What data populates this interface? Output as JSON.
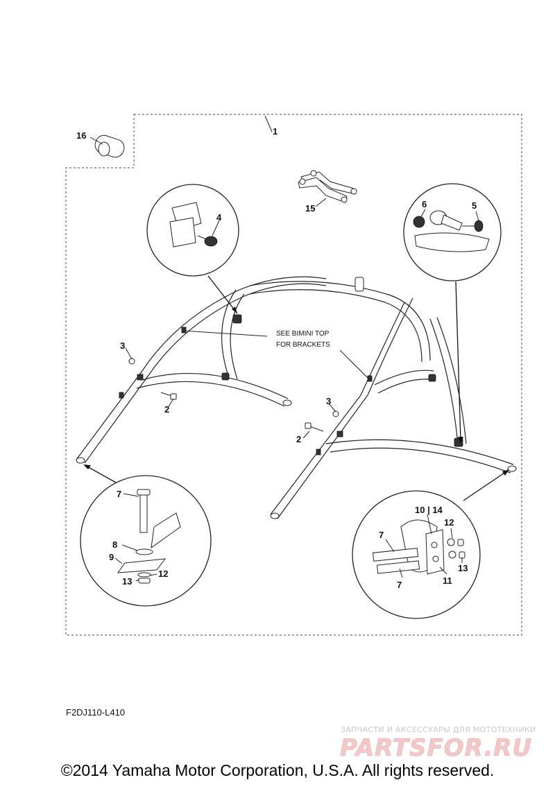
{
  "callouts": {
    "c1": "1",
    "c2a": "2",
    "c2b": "2",
    "c3a": "3",
    "c3b": "3",
    "c4": "4",
    "c5": "5",
    "c6": "6",
    "c7a": "7",
    "c7b": "7",
    "c7c": "7",
    "c8": "8",
    "c9": "9",
    "c10_14": "10 | 14",
    "c11": "11",
    "c12a": "12",
    "c12b": "12",
    "c13a": "13",
    "c13b": "13",
    "c15": "15",
    "c16": "16"
  },
  "note": {
    "line1": "SEE BIMINI TOP",
    "line2": "FOR BRACKETS"
  },
  "diagram_code": "F2DJ110-L410",
  "watermark": {
    "line1": "ЗАПЧАСТИ И АКСЕССУАРЫ ДЛЯ МОТОТЕХНИКИ",
    "brand": "PARTSFOR.RU"
  },
  "copyright": "©2014 Yamaha Motor Corporation, U.S.A. All rights reserved."
}
